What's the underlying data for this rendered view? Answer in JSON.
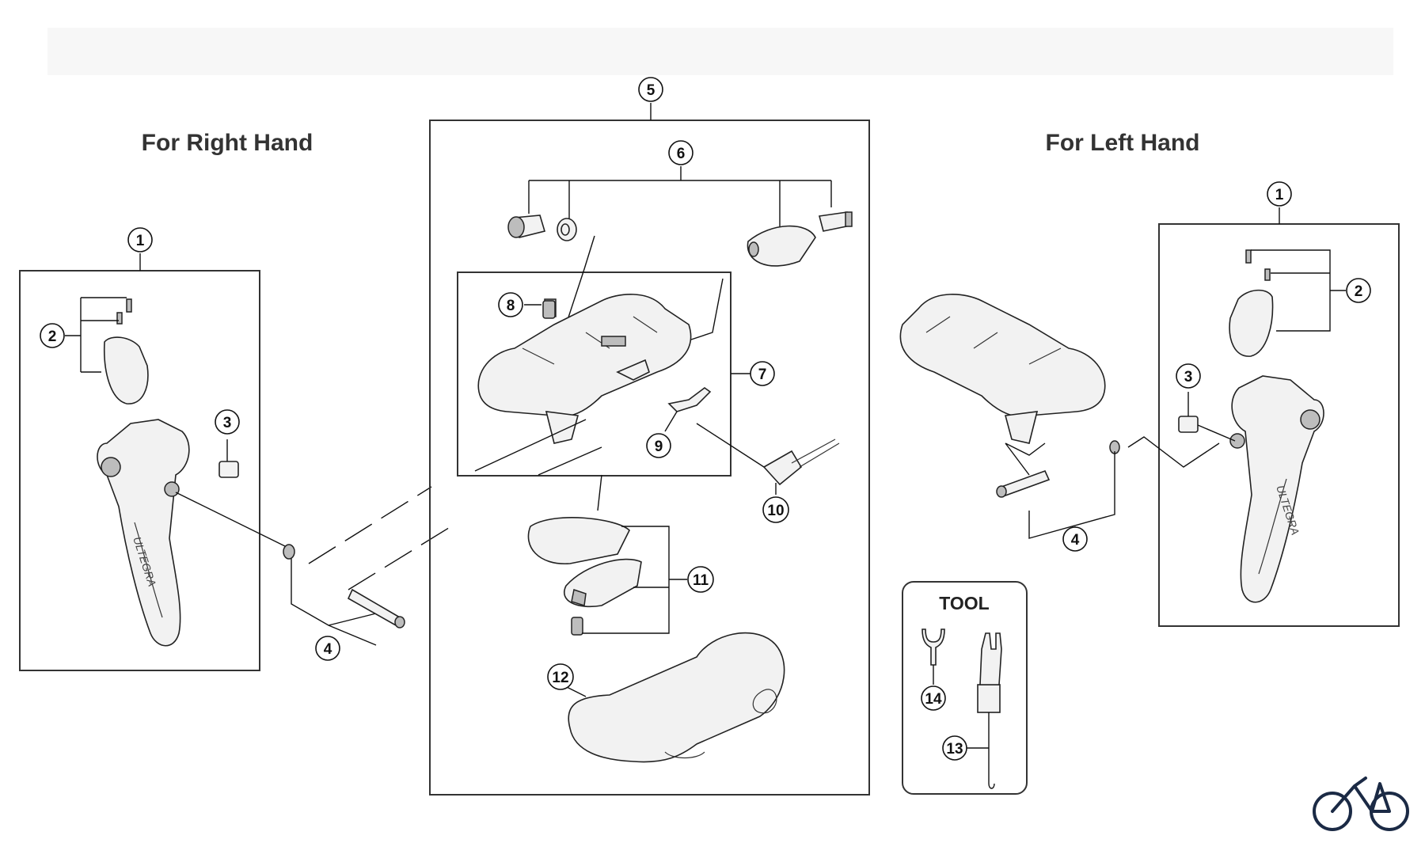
{
  "headings": {
    "right_hand": "For Right Hand",
    "left_hand": "For Left Hand",
    "tool": "TOOL"
  },
  "callouts": {
    "n1": "1",
    "n2": "2",
    "n3": "3",
    "n4": "4",
    "n5": "5",
    "n6": "6",
    "n7": "7",
    "n8": "8",
    "n9": "9",
    "n10": "10",
    "n11": "11",
    "n12": "12",
    "n13": "13",
    "n14": "14"
  },
  "brand_mark": "ULTEGRA",
  "logo_icon": "bicycle-icon"
}
